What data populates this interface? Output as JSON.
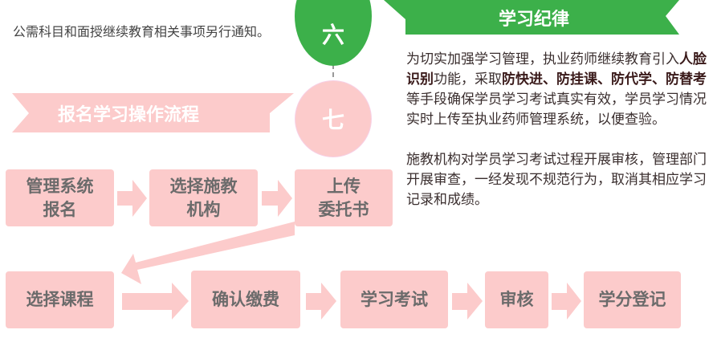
{
  "note": "公需科目和面授继续教育相关事项另行通知。",
  "steps_badges": {
    "six": "六",
    "seven": "七"
  },
  "section_registration": {
    "title": "报名学习操作流程"
  },
  "section_discipline": {
    "title": "学习纪律",
    "p1": {
      "a": "为切实加强学习管理，执业药师继续教育引入",
      "b1": "人脸识别",
      "c": "功能，采取",
      "b2": "防快进、防挂课、防代学、防替考",
      "d": "等手段确保学员学习考试真实有效，学员学习情况实时上传至执业药师管理系统，以便查验。"
    },
    "p2": "施教机构对学员学习考试过程开展审核，管理部门开展审查，一经发现不规范行为，取消其相应学习记录和成绩。"
  },
  "flow": [
    {
      "line1": "管理系统",
      "line2": "报名"
    },
    {
      "line1": "选择施教",
      "line2": "机构"
    },
    {
      "line1": "上传",
      "line2": "委托书"
    },
    {
      "line1": "选择课程"
    },
    {
      "line1": "确认缴费"
    },
    {
      "line1": "学习考试"
    },
    {
      "line1": "审核"
    },
    {
      "line1": "学分登记"
    }
  ],
  "colors": {
    "green": "#3cb04a",
    "pink": "#fccbcb",
    "box_text": "#6b6b6b"
  }
}
